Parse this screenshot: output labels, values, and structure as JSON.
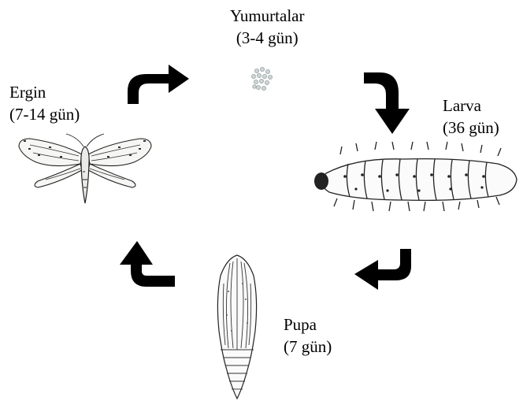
{
  "stages": {
    "eggs": {
      "name": "Yumurtalar",
      "duration": "(3-4 gün)"
    },
    "larva": {
      "name": "Larva",
      "duration": "(36 gün)"
    },
    "pupa": {
      "name": "Pupa",
      "duration": "(7 gün)"
    },
    "adult": {
      "name": "Ergin",
      "duration": "(7-14 gün)"
    }
  },
  "cycle_order": [
    "eggs",
    "larva",
    "pupa",
    "adult"
  ],
  "colors": {
    "arrow": "#000000",
    "drawing": "#222222"
  }
}
